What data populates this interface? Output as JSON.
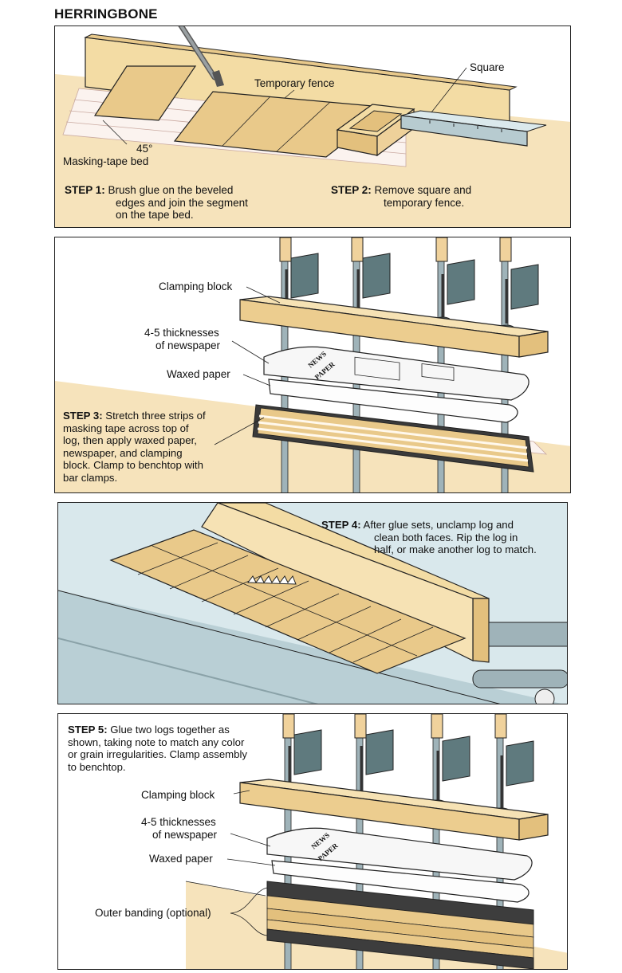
{
  "title": "HERRINGBONE",
  "panel1": {
    "labels": {
      "temporary_fence": "Temporary fence",
      "square": "Square",
      "angle": "45°",
      "masking_tape_bed": "Masking-tape bed"
    },
    "step1": {
      "label": "STEP 1:",
      "lines": [
        "Brush glue on the beveled",
        "edges and join the segment",
        "on the tape bed."
      ]
    },
    "step2": {
      "label": "STEP 2:",
      "lines": [
        "Remove square and",
        "temporary fence."
      ]
    }
  },
  "panel2": {
    "labels": {
      "clamping_block": "Clamping block",
      "newspaper_1": "4-5 thicknesses",
      "newspaper_2": "of newspaper",
      "waxed_paper": "Waxed paper",
      "news_1": "NEWS",
      "news_2": "PAPER"
    },
    "step3": {
      "label": "STEP 3:",
      "lines": [
        "Stretch three strips of",
        "masking tape across top of",
        "log, then apply waxed paper,",
        "newspaper, and clamping",
        "block. Clamp to benchtop with",
        "bar clamps."
      ]
    }
  },
  "panel3": {
    "step4": {
      "label": "STEP 4:",
      "lines": [
        "After glue sets, unclamp log and",
        "clean both faces. Rip the log in",
        "half, or make another log to match."
      ]
    }
  },
  "panel4": {
    "labels": {
      "clamping_block": "Clamping block",
      "newspaper_1": "4-5 thicknesses",
      "newspaper_2": "of newspaper",
      "waxed_paper": "Waxed paper",
      "outer_banding": "Outer banding (optional)",
      "news_1": "NEWS",
      "news_2": "PAPER"
    },
    "step5": {
      "label": "STEP 5:",
      "lines": [
        "Glue two logs together as",
        "shown, taking note to match any color",
        "or grain irregularities. Clamp assembly",
        "to benchtop."
      ]
    }
  },
  "colors": {
    "bench": "#f6e3bb",
    "wood": "#f3dca4",
    "wood_dark": "#e3c07d",
    "saw_table": "#c9dde3",
    "steel": "#9fb3b9",
    "clamp": "#5f7a7e",
    "banding": "#3d3d3d",
    "outline": "#222222"
  }
}
